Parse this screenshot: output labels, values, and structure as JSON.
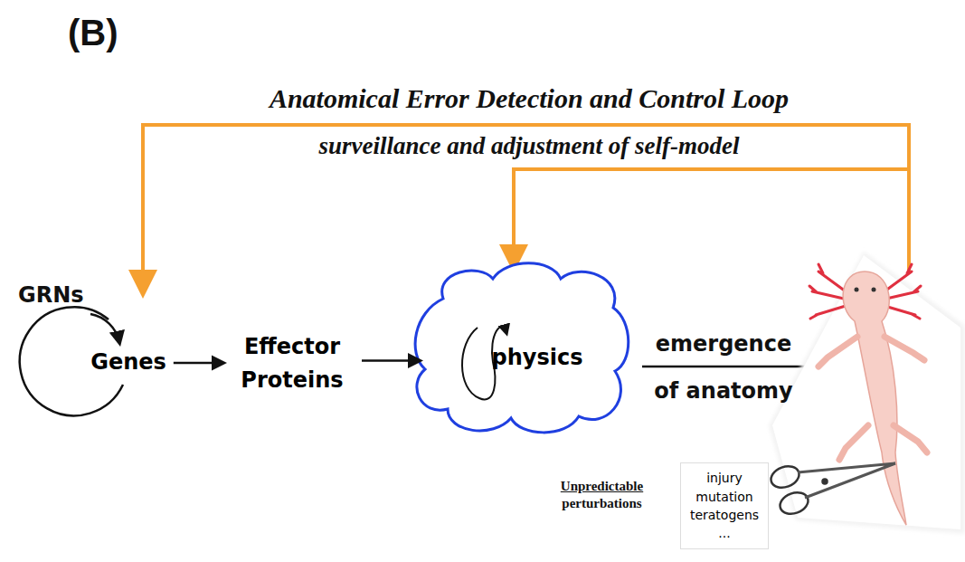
{
  "diagram": {
    "title": "Anatomical Error Detection and Control Loop",
    "nodes": [
      {
        "text": [
          "Genes"
        ]
      },
      {
        "text": [
          "Effector Proteins"
        ]
      },
      {
        "text": [
          "physics"
        ]
      },
      {
        "text": [
          "injury mutation teratogens ..."
        ]
      }
    ],
    "edges": [
      {
        "from": 0,
        "to": 1,
        "arrow": "to"
      },
      {
        "from": 1,
        "to": 2,
        "arrow": "to"
      }
    ],
    "labels": [
      "(B)",
      "surveillance and adjustment of self-model",
      "GRNs",
      "emergence",
      "of anatomy",
      "Unpredictable perturbations"
    ]
  }
}
